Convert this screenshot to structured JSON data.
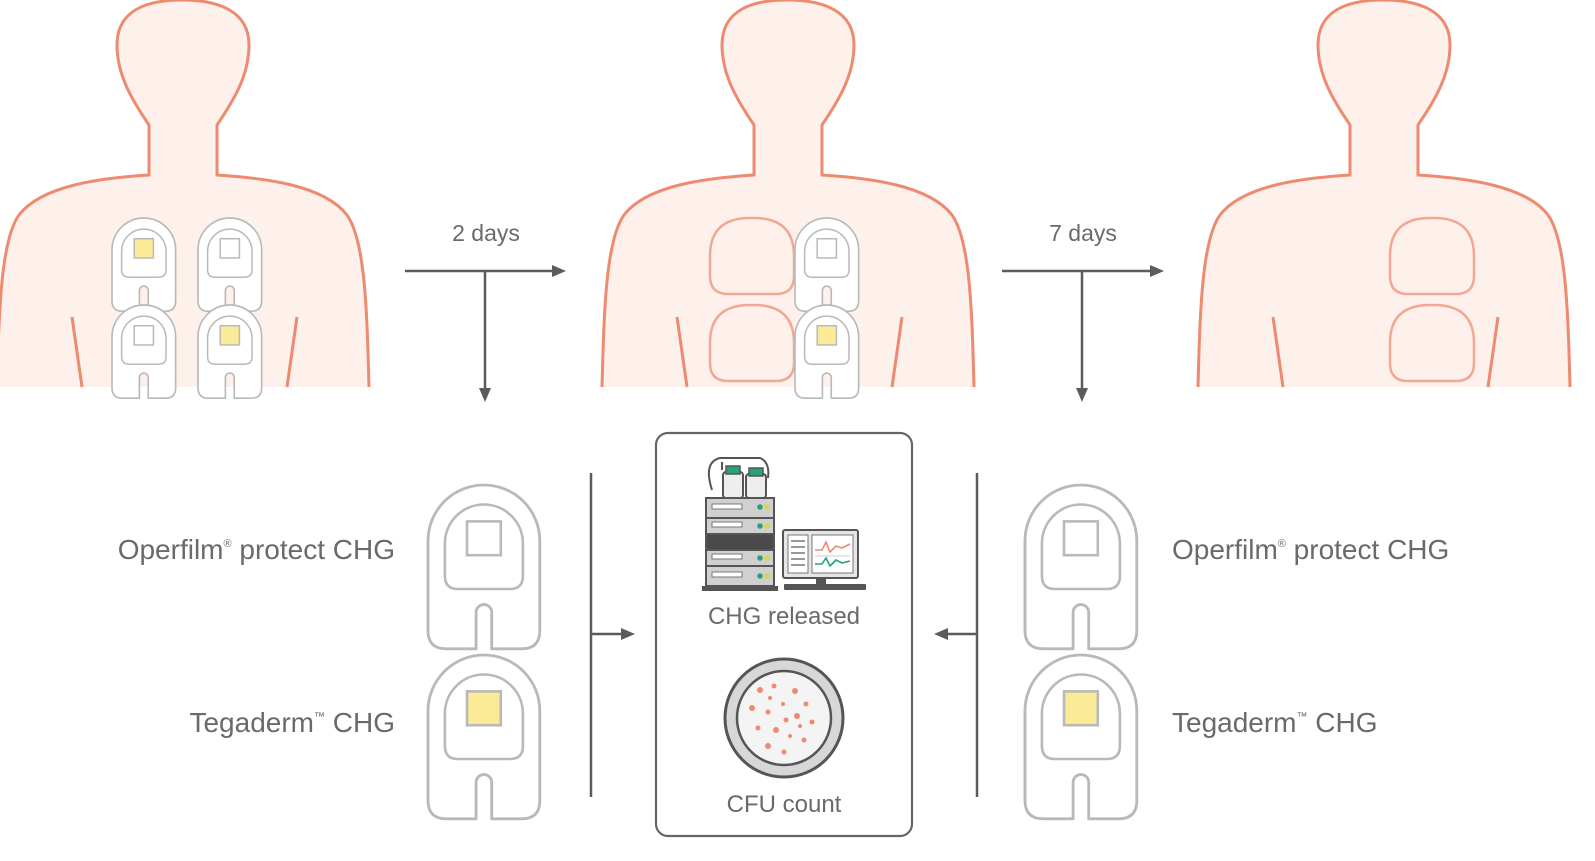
{
  "arrows": {
    "first_interval": "2 days",
    "second_interval": "7 days"
  },
  "dressings": {
    "left": {
      "operfilm": {
        "name": "Operfilm",
        "mark": "®",
        "suffix": " protect CHG"
      },
      "tegaderm": {
        "name": "Tegaderm",
        "mark": "™",
        "suffix": " CHG"
      }
    },
    "right": {
      "operfilm": {
        "name": "Operfilm",
        "mark": "®",
        "suffix": " protect CHG"
      },
      "tegaderm": {
        "name": "Tegaderm",
        "mark": "™",
        "suffix": " CHG"
      }
    }
  },
  "analysis": {
    "chg_label": "CHG released",
    "cfu_label": "CFU count"
  },
  "colors": {
    "body_outline": "#ee8a70",
    "body_fill": "#fef1ec",
    "dressing_outline": "#b9b9b9",
    "chg_pad": "#fbeb96",
    "arrow": "#5c5c5c",
    "text": "#6a6a6a",
    "instrument_green": "#27a17e",
    "colony": "#ee8a70"
  },
  "icons": [
    "torso-silhouette",
    "dressing-icon",
    "hplc-instrument-icon",
    "monitor-icon",
    "petri-dish-icon"
  ]
}
